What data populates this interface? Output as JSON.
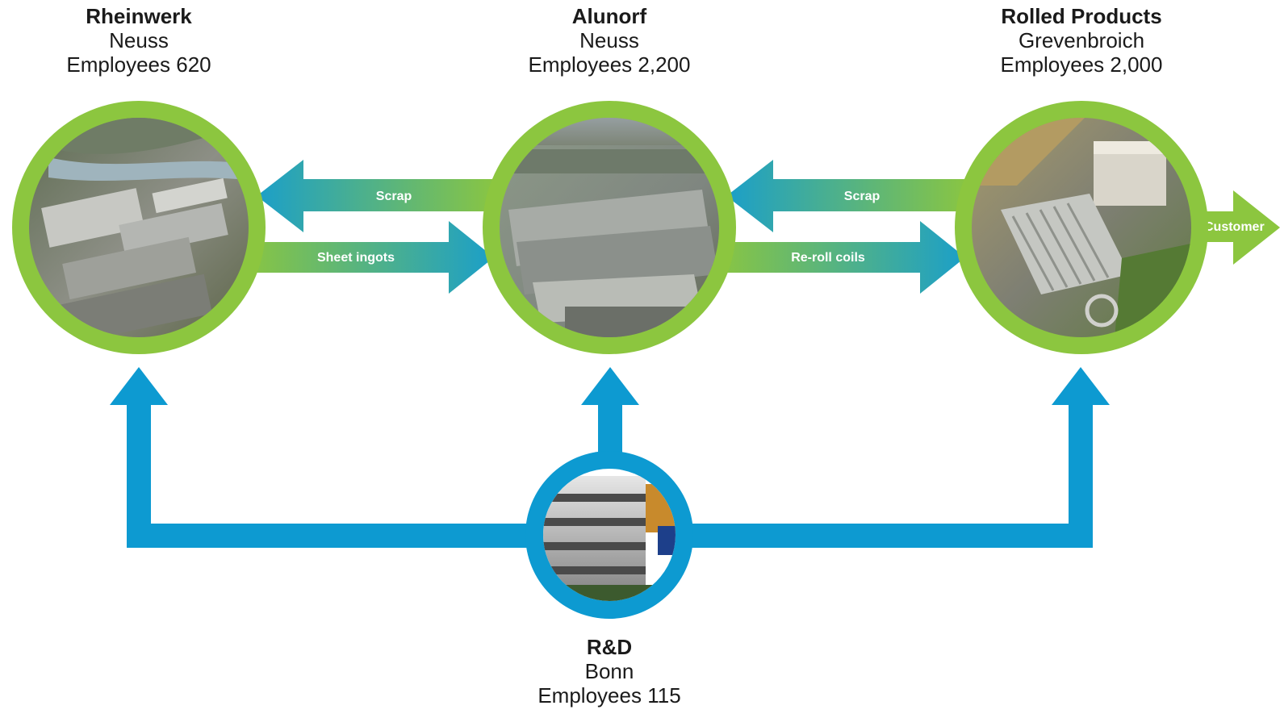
{
  "sites": [
    {
      "id": "rheinwerk",
      "name": "Rheinwerk",
      "city": "Neuss",
      "employees_label": "Employees",
      "employees": "620"
    },
    {
      "id": "alunorf",
      "name": "Alunorf",
      "city": "Neuss",
      "employees_label": "Employees",
      "employees": "2,200"
    },
    {
      "id": "rolled",
      "name": "Rolled Products",
      "city": "Grevenbroich",
      "employees_label": "Employees",
      "employees": "2,000"
    },
    {
      "id": "rnd",
      "name": "R&D",
      "city": "Bonn",
      "employees_label": "Employees",
      "employees": "115"
    }
  ],
  "flows": {
    "scrap_1": "Scrap",
    "sheet_ingots": "Sheet ingots",
    "scrap_2": "Scrap",
    "reroll_coils": "Re-roll coils",
    "customer": "Customer"
  },
  "colors": {
    "ring_green": "#8cc63f",
    "flow_blue": "#0096c8",
    "rnd_blue": "#0d9ad1"
  },
  "icons": {
    "site_photo": "aerial-plant-photo",
    "rnd_photo": "office-building-photo"
  }
}
